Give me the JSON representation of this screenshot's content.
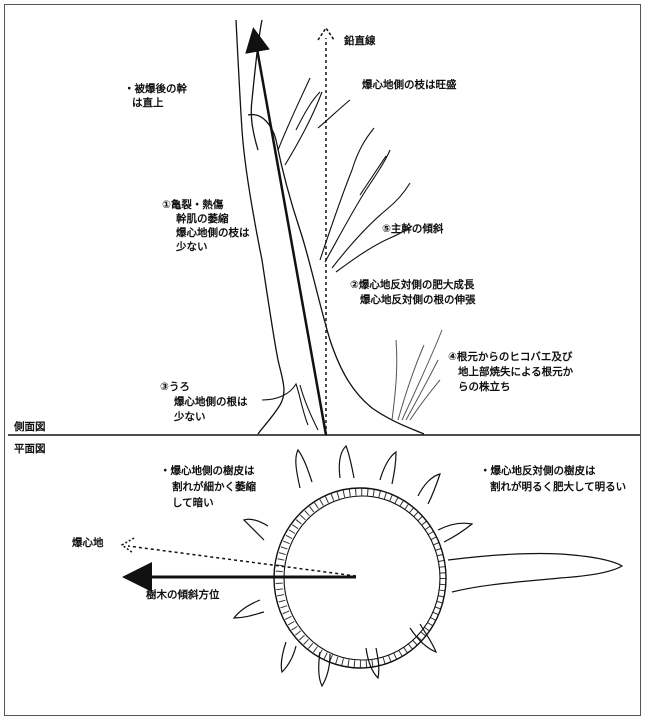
{
  "sections": {
    "side": "側面図",
    "plan": "平面図"
  },
  "side_view": {
    "vertical_line": "鉛直線",
    "trunk_straight": [
      "・被爆後の幹",
      "は直上"
    ],
    "branches_vigorous": "爆心地側の枝は旺盛",
    "note1": [
      "①亀裂・熱傷",
      "幹肌の萎縮",
      "爆心地側の枝は",
      "少ない"
    ],
    "note5": "⑤主幹の傾斜",
    "note2": [
      "②爆心地反対側の肥大成長",
      "爆心地反対側の根の伸張"
    ],
    "note3": [
      "③うろ",
      "爆心地側の根は",
      "少ない"
    ],
    "note4": [
      "④根元からのヒコバエ及び",
      "地上部焼失による根元か",
      "らの株立ち"
    ]
  },
  "plan_view": {
    "bark_hypo": [
      "・爆心地側の樹皮は",
      "割れが細かく萎縮",
      "して暗い"
    ],
    "bark_epi": [
      "・爆心地反対側の樹皮は",
      "割れが明るく肥大して明るい"
    ],
    "hypocenter": "爆心地",
    "tilt_direction": "樹木の傾斜方位"
  },
  "colors": {
    "ink": "#111111",
    "border": "#555555"
  }
}
